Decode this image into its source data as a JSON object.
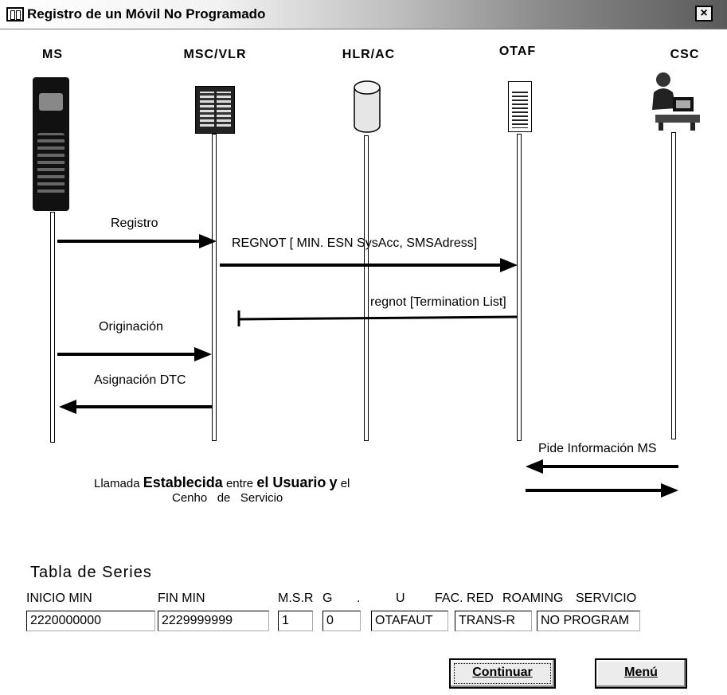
{
  "window": {
    "title": "Registro de un Móvil  No Programado",
    "close_glyph": "×"
  },
  "entities": [
    "MS",
    "MSC/VLR",
    "HLR/AC",
    "OTAF",
    "CSC"
  ],
  "messages": {
    "registro": "Registro",
    "regnot_req": "REGNOT [ MIN. ESN  SysAcc, SMSAdress]",
    "regnot_resp": "regnot [Termination List]",
    "originacion": "Originación",
    "asignacion": "Asignación DTC",
    "pide": "Pide Información MS"
  },
  "status_text": {
    "llamada": "Llamada",
    "establecida": "Establecida",
    "entre": "entre",
    "el_usuario": "el Usuario",
    "y": "y",
    "el": "el",
    "line2": "Cenho   de   Servicio"
  },
  "table": {
    "title": "Tabla de Series",
    "headers": [
      "INICIO MIN",
      "FIN MIN",
      "M.S.R",
      "G",
      ".",
      "U",
      "FAC. RED",
      "ROAMING",
      "SERVICIO"
    ],
    "row": [
      "2220000000",
      "2229999999",
      "1",
      "0",
      "OTAFAUT",
      "TRANS-R",
      "NO PROGRAM"
    ]
  },
  "buttons": {
    "continue": "Continuar",
    "menu": "Menú"
  },
  "colors": {
    "lifeline": "#cfcfcf",
    "arrow": "#000000"
  }
}
